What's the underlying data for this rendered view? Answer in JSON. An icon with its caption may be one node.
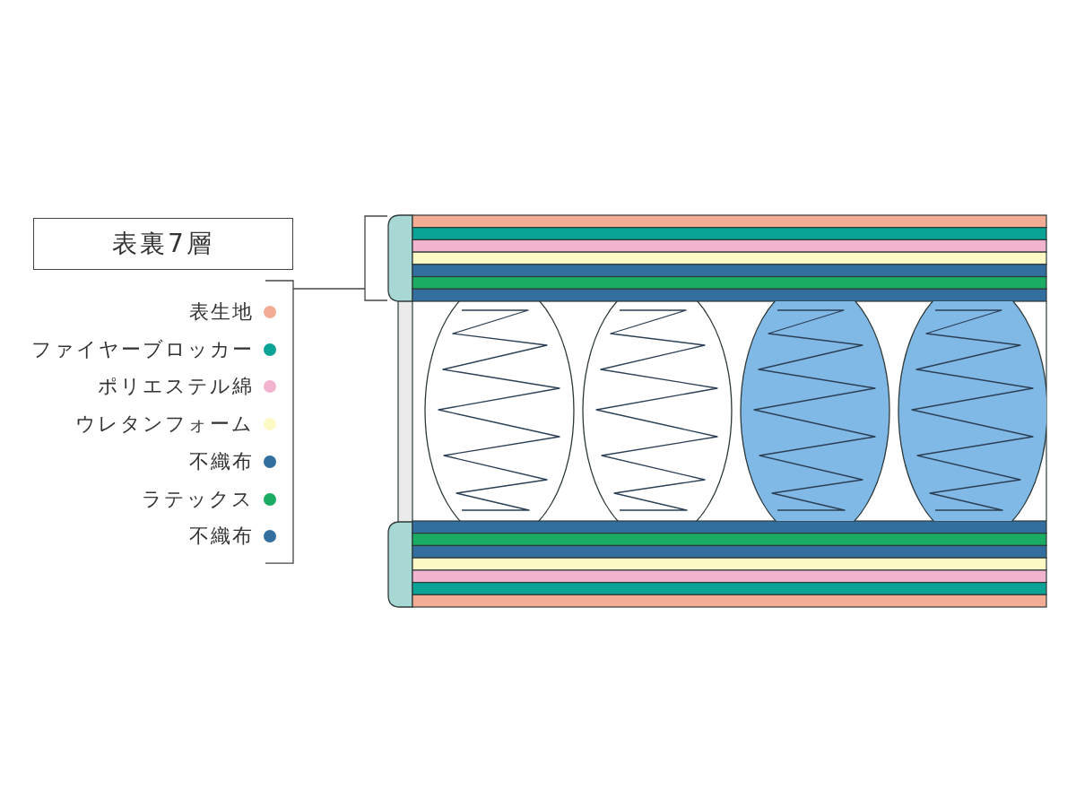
{
  "diagram": {
    "nodes": [
      {
        "text": [
          "表裏7層"
        ]
      }
    ],
    "legend": [
      {
        "text": "表生地",
        "color": "#f3ad95"
      },
      {
        "text": "ファイヤーブロッカー",
        "color": "#0aa396"
      },
      {
        "text": "ポリエステル綿",
        "color": "#f2b3cf"
      },
      {
        "text": "ウレタンフォーム",
        "color": "#fdf9c5"
      },
      {
        "text": "不織布",
        "color": "#336f9e"
      },
      {
        "text": "ラテックス",
        "color": "#1bac63"
      },
      {
        "text": "不織布",
        "color": "#336f9e"
      }
    ]
  }
}
